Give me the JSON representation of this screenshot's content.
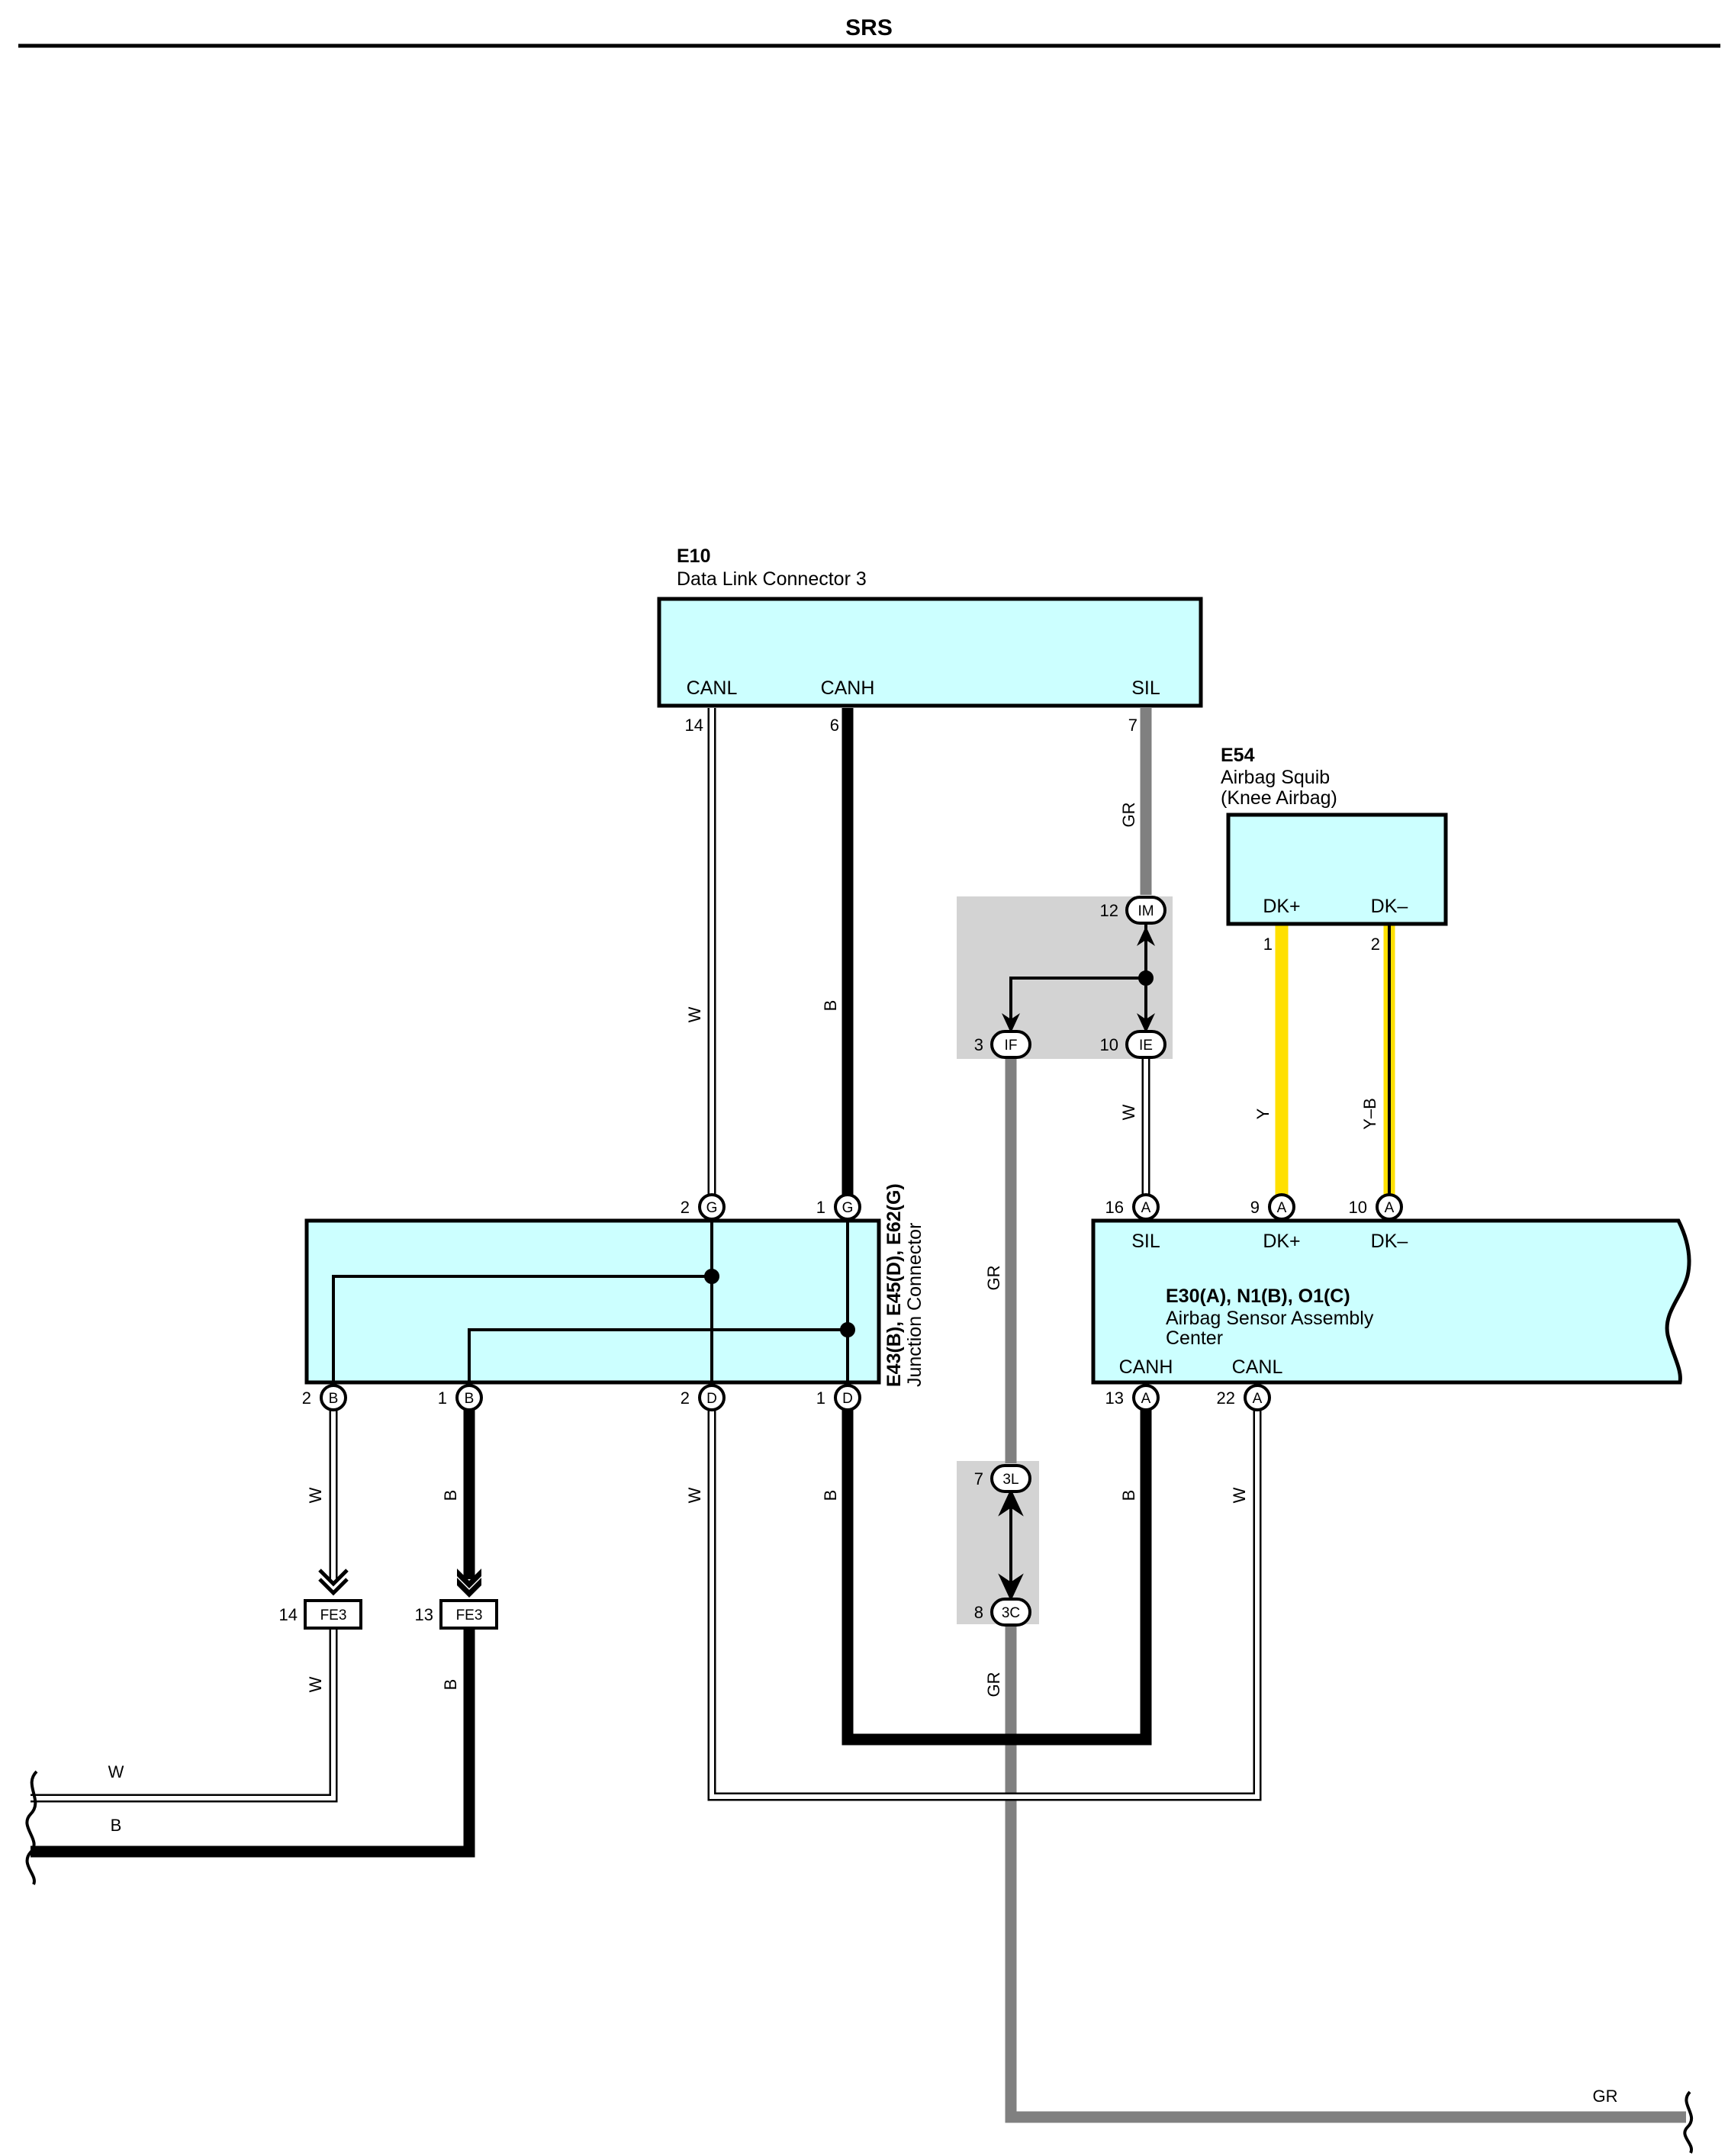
{
  "header": {
    "title": "SRS"
  },
  "components": {
    "e10": {
      "id": "E10",
      "name": "Data Link Connector 3",
      "pins": {
        "canl": "CANL",
        "canh": "CANH",
        "sil": "SIL"
      },
      "pin_nums": {
        "canl": "14",
        "canh": "6",
        "sil": "7"
      }
    },
    "e54": {
      "id": "E54",
      "name_line1": "Airbag Squib",
      "name_line2": "(Knee Airbag)",
      "pins": {
        "dkp": "DK+",
        "dkm": "DK–"
      },
      "pin_nums": {
        "dkp": "1",
        "dkm": "2"
      }
    },
    "junction": {
      "id": "E43(B), E45(D), E62(G)",
      "name": "Junction Connector"
    },
    "airbag_center": {
      "id": "E30(A), N1(B), O1(C)",
      "name_line1": "Airbag Sensor Assembly",
      "name_line2": "Center",
      "pins": {
        "sil": "SIL",
        "dkp": "DK+",
        "dkm": "DK–",
        "canh": "CANH",
        "canl": "CANL"
      }
    }
  },
  "connectors": {
    "g2": {
      "pin": "2",
      "code": "G"
    },
    "g1": {
      "pin": "1",
      "code": "G"
    },
    "b2": {
      "pin": "2",
      "code": "B"
    },
    "b1": {
      "pin": "1",
      "code": "B"
    },
    "d2": {
      "pin": "2",
      "code": "D"
    },
    "d1": {
      "pin": "1",
      "code": "D"
    },
    "a16": {
      "pin": "16",
      "code": "A"
    },
    "a9": {
      "pin": "9",
      "code": "A"
    },
    "a10": {
      "pin": "10",
      "code": "A"
    },
    "a13": {
      "pin": "13",
      "code": "A"
    },
    "a22": {
      "pin": "22",
      "code": "A"
    },
    "im": {
      "pin": "12",
      "code": "IM"
    },
    "ie": {
      "pin": "10",
      "code": "IE"
    },
    "if": {
      "pin": "3",
      "code": "IF"
    },
    "l3": {
      "pin": "7",
      "code": "3L"
    },
    "c3": {
      "pin": "8",
      "code": "3C"
    },
    "fe3_14": {
      "pin": "14",
      "code": "FE3"
    },
    "fe3_13": {
      "pin": "13",
      "code": "FE3"
    }
  },
  "wires": {
    "canl_dlc": "W",
    "canh_dlc": "B",
    "sil_dlc": "GR",
    "ie_to_a16": "W",
    "squib_dkp": "Y",
    "squib_dkm": "Y–B",
    "if_down": "GR",
    "c3_down": "GR",
    "jb_b2": "W",
    "jb_b1": "B",
    "fe3_14_down": "W",
    "fe3_13_down": "B",
    "d2_down": "W",
    "d1_down": "B",
    "a13_down": "B",
    "a22_down": "W",
    "bus_w": "W",
    "bus_b": "B",
    "bus_gr": "GR"
  },
  "colors": {
    "component_fill": "#ccffff",
    "splice_fill": "#d3d3d3",
    "wire_black": "#000000",
    "wire_gray": "#808080",
    "wire_yellow": "#ffe000"
  }
}
